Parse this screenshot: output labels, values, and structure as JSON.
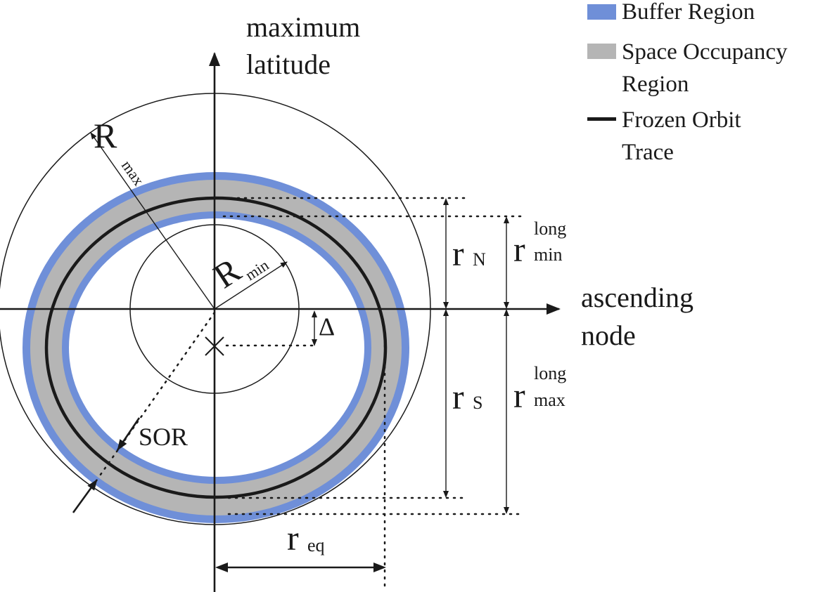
{
  "axes": {
    "vertical_label_line1": "maximum",
    "vertical_label_line2": "latitude",
    "horizontal_label_line1": "ascending",
    "horizontal_label_line2": "node"
  },
  "legend": {
    "buffer": {
      "label": "Buffer Region",
      "color": "#6f8fd8"
    },
    "sor": {
      "label_line1": "Space Occupancy",
      "label_line2": "Region",
      "color": "#b5b5b5"
    },
    "trace": {
      "label_line1": "Frozen Orbit",
      "label_line2": "Trace",
      "color": "#1a1a1a"
    }
  },
  "symbols": {
    "R_max": {
      "main": "R",
      "sub": "max"
    },
    "R_min": {
      "main": "R",
      "sub": "min"
    },
    "delta": "Δ",
    "r_N": {
      "main": "r",
      "sub": "N"
    },
    "r_S": {
      "main": "r",
      "sub": "S"
    },
    "r_min_long": {
      "main": "r",
      "sup": "long",
      "sub": "min"
    },
    "r_max_long": {
      "main": "r",
      "sup": "long",
      "sub": "max"
    },
    "r_eq": {
      "main": "r",
      "sub": "eq"
    },
    "sor": "SOR"
  }
}
